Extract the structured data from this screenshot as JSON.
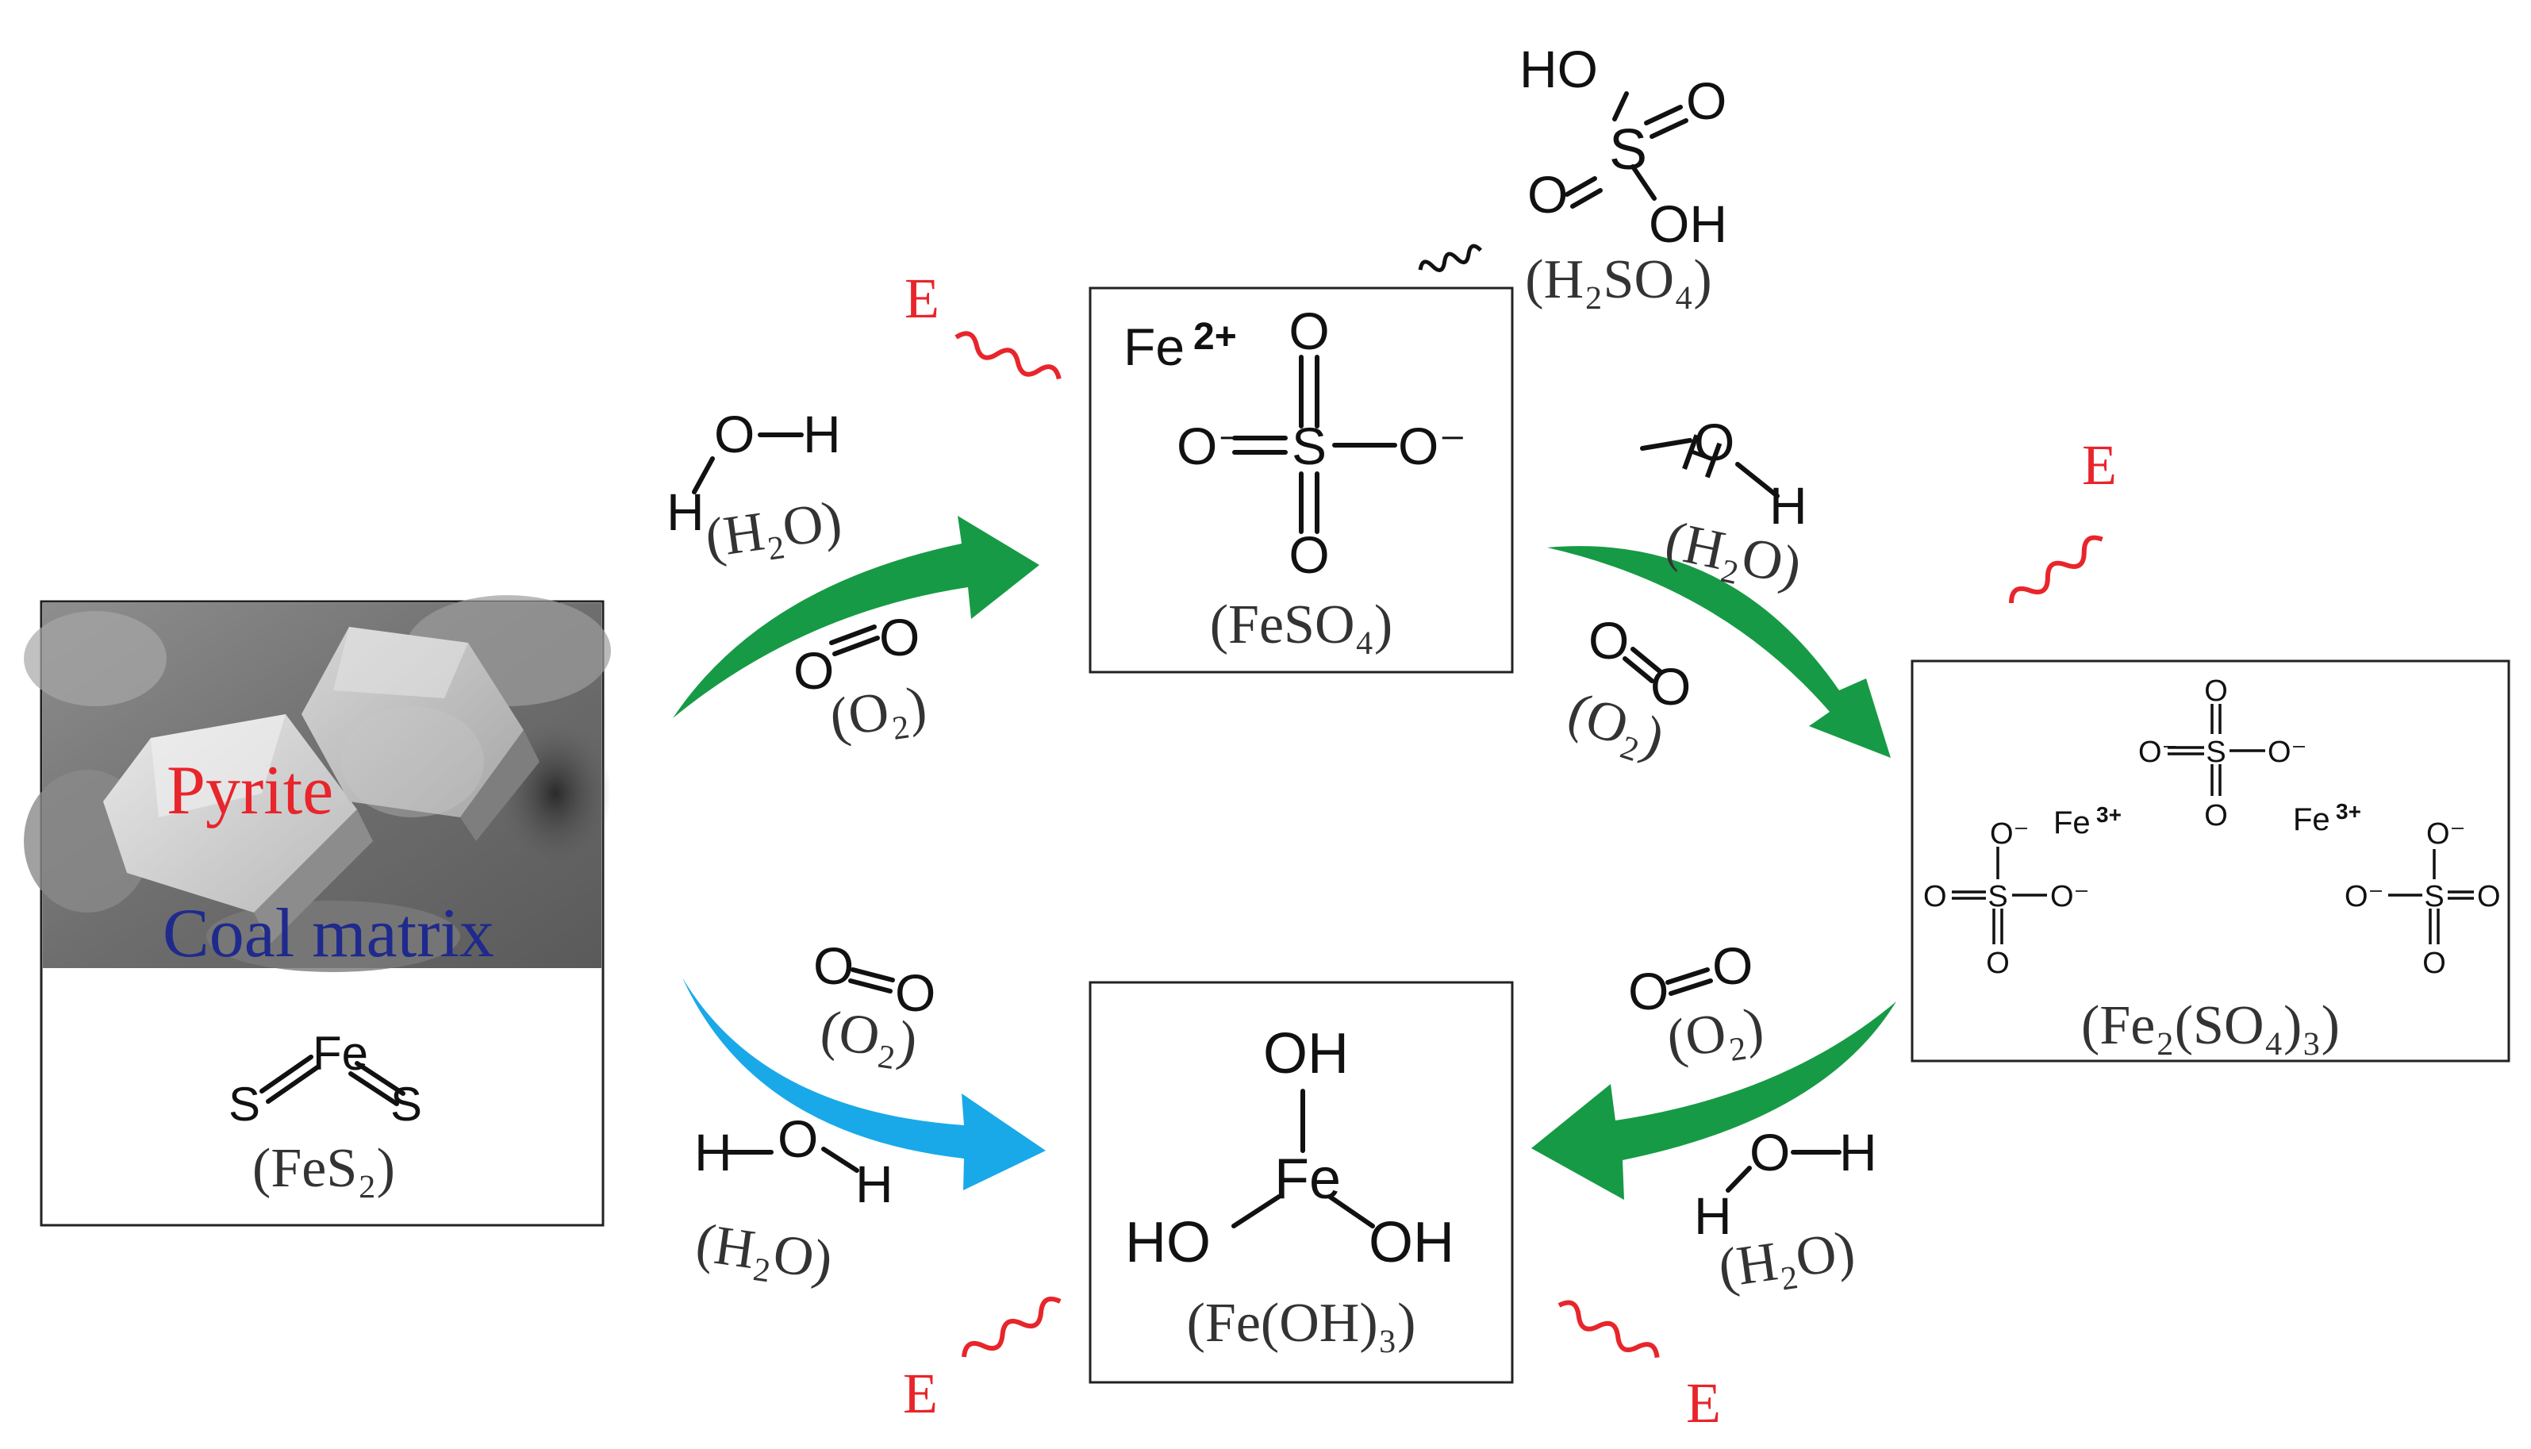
{
  "image_labels": {
    "pyrite": "Pyrite",
    "coal": "Coal matrix"
  },
  "species": {
    "FeS2": {
      "formula": "(FeS₂)",
      "atoms": {
        "fe": "Fe",
        "s1": "S",
        "s2": "S"
      }
    },
    "FeSO4": {
      "formula": "(FeSO₄)",
      "cation": "Fe",
      "cation_charge": "2+",
      "atoms": {
        "s": "S",
        "o_top": "O",
        "o_left": "O⁻",
        "o_right": "O⁻",
        "o_bottom": "O"
      }
    },
    "H2SO4": {
      "formula": "(H₂SO₄)",
      "atoms": {
        "s": "S",
        "oh_top": "HO",
        "o_right": "O",
        "o_left": "O",
        "oh_bottom": "OH"
      }
    },
    "Fe2SO43": {
      "formula": "(Fe₂(SO₄)₃)",
      "cation": "Fe",
      "cation_charge": "3+",
      "atoms": {
        "s": "S",
        "o": "O",
        "o_minus": "O⁻"
      }
    },
    "FeOH3": {
      "formula": "(Fe(OH)₃)",
      "atoms": {
        "fe": "Fe",
        "oh_top": "OH",
        "oh_left": "HO",
        "oh_right": "OH"
      }
    }
  },
  "reagents": {
    "water": {
      "formula": "(H₂O)",
      "atoms": {
        "h": "H",
        "o": "O"
      }
    },
    "oxygen": {
      "formula": "(O₂)",
      "atoms": {
        "o": "O"
      }
    }
  },
  "energy_label": "E",
  "colors": {
    "green_arrow": "#179a45",
    "blue_arrow": "#19a9e9",
    "energy": "#e8252b",
    "coal_text": "#1f2a8c",
    "pyrite_text": "#e8252b"
  }
}
